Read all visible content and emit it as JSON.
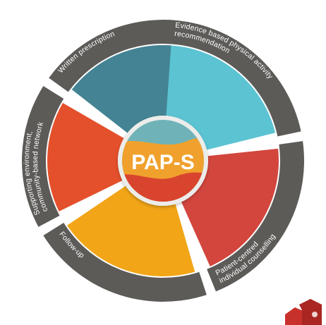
{
  "diagram": {
    "center_title": "PAP-S",
    "segments": [
      {
        "id": "evidence",
        "lines": [
          "Evidence based physical activity",
          "recommendation"
        ],
        "color": "#5bc3d2",
        "band_color": "#5d5b58"
      },
      {
        "id": "counselling",
        "lines": [
          "Patient-centred",
          "individual counselling"
        ],
        "color": "#d2463d",
        "band_color": "#5d5b58"
      },
      {
        "id": "follow-up",
        "lines": [
          "Follow-up"
        ],
        "color": "#f1a517",
        "band_color": "#5d5b58"
      },
      {
        "id": "environment",
        "lines": [
          "Supporting environment,",
          "community-based network"
        ],
        "color": "#e4502b",
        "band_color": "#5d5b58"
      },
      {
        "id": "prescription",
        "lines": [
          "Written prescription"
        ],
        "color": "#438393",
        "band_color": "#5d5b58"
      }
    ],
    "colors": {
      "center_teal": "#6fb3b8",
      "center_orange": "#f0a12d",
      "center_red": "#d9442e",
      "center_rim": "#ececea",
      "logo_red": "#c8302c"
    }
  }
}
